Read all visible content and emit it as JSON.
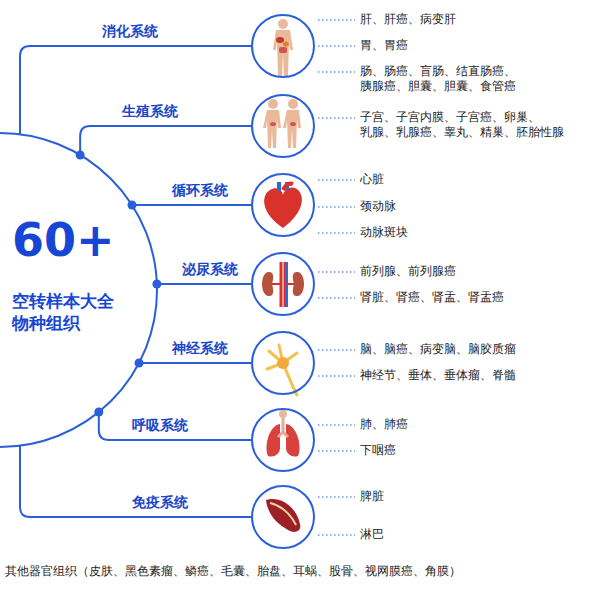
{
  "diagram": {
    "nodes": [
      {
        "text": [
          "60+",
          "空转样本大全 物种组织"
        ]
      },
      {
        "text": [
          "消化系统"
        ],
        "in": 0
      },
      {
        "text": [
          "生殖系统"
        ],
        "in": 0
      },
      {
        "text": [
          "循环系统"
        ],
        "in": 0
      },
      {
        "text": [
          "泌尿系统"
        ],
        "in": 0
      },
      {
        "text": [
          "神经系统"
        ],
        "in": 0
      },
      {
        "text": [
          "呼吸系统"
        ],
        "in": 0
      },
      {
        "text": [
          "免疫系统"
        ],
        "in": 0
      }
    ],
    "edges": [
      {
        "from": 0,
        "to": 1,
        "arrow": "none"
      },
      {
        "from": 0,
        "to": 2,
        "arrow": "none"
      },
      {
        "from": 0,
        "to": 3,
        "arrow": "none"
      },
      {
        "from": 0,
        "to": 4,
        "arrow": "none"
      },
      {
        "from": 0,
        "to": 5,
        "arrow": "none"
      },
      {
        "from": 0,
        "to": 6,
        "arrow": "none"
      },
      {
        "from": 0,
        "to": 7,
        "arrow": "none"
      }
    ],
    "labels": [
      "肝、肝癌、病变肝",
      "胃、胃癌",
      "肠、肠癌、盲肠、结直肠癌、 胰腺癌、胆囊、胆囊、食管癌",
      "子宫、子宫内膜、子宫癌、卵巢、 乳腺、乳腺癌、睾丸、精巢、胚胎性腺",
      "心脏",
      "颈动脉",
      "动脉斑块",
      "前列腺、前列腺癌",
      "肾脏、肾癌、肾盂、肾盂癌",
      "脑、脑癌、病变脑、脑胶质瘤",
      "神经节、垂体、垂体瘤、脊髓",
      "肺、肺癌",
      "下咽癌",
      "脾脏",
      "淋巴",
      "其他器官组织（皮肤、黑色素瘤、鳞癌、毛囊、胎盘、耳蜗、股骨、视网膜癌、角膜）"
    ]
  }
}
